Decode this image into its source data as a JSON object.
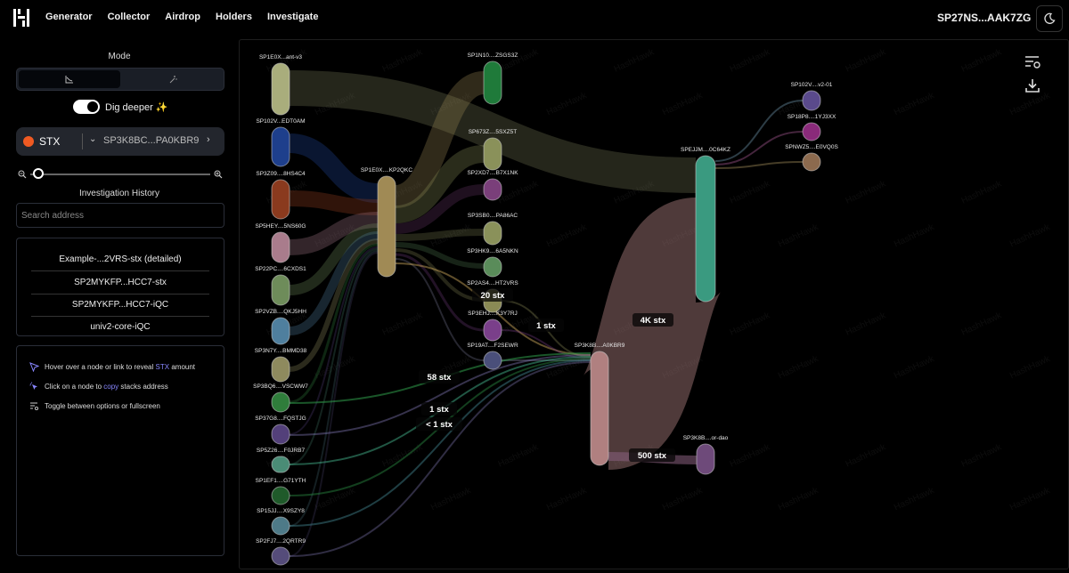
{
  "nav": {
    "items": [
      "Generator",
      "Collector",
      "Airdrop",
      "Holders",
      "Investigate"
    ]
  },
  "account": {
    "address": "SP27NS...AAK7ZG"
  },
  "sidebar": {
    "mode_label": "Mode",
    "dig_deeper_label": "Dig deeper ✨",
    "asset": {
      "symbol": "STX",
      "address": "SP3K8BC...PA0KBR9"
    },
    "history_title": "Investigation History",
    "search_placeholder": "Search address",
    "history": [
      "Example-...2VRS-stx (detailed)",
      "SP2MYKFP...HCC7-stx",
      "SP2MYKFP...HCC7-iQC",
      "univ2-core-iQC"
    ],
    "help": {
      "hover": {
        "before": "Hover over a node or link to reveal ",
        "highlight": "STX",
        "after": " amount"
      },
      "click": {
        "before": "Click on a node to ",
        "highlight": "copy",
        "after": " stacks address"
      },
      "toggle": "Toggle between options or fullscreen"
    }
  },
  "graph": {
    "nodes": [
      {
        "id": "n1",
        "label": "SP1E0X...ant-v3",
        "color": "#a9ad7c"
      },
      {
        "id": "n2",
        "label": "SP102V...EDT0AM",
        "color": "#1e3f8c"
      },
      {
        "id": "n3",
        "label": "SP3Z09....8HS4C4",
        "color": "#8a3a1e"
      },
      {
        "id": "n4",
        "label": "SP5HEY....5NS60G",
        "color": "#a97c8c"
      },
      {
        "id": "n5",
        "label": "SP22PC....6CXDS1",
        "color": "#6e8c5a"
      },
      {
        "id": "n6",
        "label": "SP2VZB....QKJ5HH",
        "color": "#4f7f9e"
      },
      {
        "id": "n7",
        "label": "SP3N7Y....BMMD38",
        "color": "#8e8a5e"
      },
      {
        "id": "n8",
        "label": "SP3BQ6....VSCWW7",
        "color": "#2f7d3b"
      },
      {
        "id": "n9",
        "label": "SP37G8....FQSTJG",
        "color": "#53407a"
      },
      {
        "id": "n10",
        "label": "SP5Z26....F0JRB7",
        "color": "#4a8c76"
      },
      {
        "id": "n11",
        "label": "SP1EF1....G71YTH",
        "color": "#1f5a2a"
      },
      {
        "id": "n12",
        "label": "SP15JJ....X9SZY8",
        "color": "#4e7a88"
      },
      {
        "id": "n13",
        "label": "SP2FJ7....2QRTR9",
        "color": "#554c7a"
      },
      {
        "id": "h",
        "label": "SP1E0X....KP2QKC",
        "color": "#a08a55"
      },
      {
        "id": "m1",
        "label": "SP1N10....ZSGS3Z",
        "color": "#1f7a3a"
      },
      {
        "id": "m2",
        "label": "SP673Z....5SXZ5T",
        "color": "#8a915a"
      },
      {
        "id": "m3",
        "label": "SP2XD7....B7X1NK",
        "color": "#7a3f7a"
      },
      {
        "id": "m4",
        "label": "SP3SB0....PA86AC",
        "color": "#8a915a"
      },
      {
        "id": "m5",
        "label": "SP3HK9....6A5NKN",
        "color": "#5a8c5a"
      },
      {
        "id": "m6",
        "label": "SP2AS4....HT2VRS",
        "color": "#8a8a55"
      },
      {
        "id": "m7",
        "label": "SP3EHJ....K3Y7RJ",
        "color": "#7a3f8a"
      },
      {
        "id": "m8",
        "label": "SP19AT....F2SEWR",
        "color": "#4a4f7a"
      },
      {
        "id": "t",
        "label": "SP3K8B....A0KBR9",
        "color": "#b08080"
      },
      {
        "id": "e",
        "label": "SPEJJM....0C64KZ",
        "color": "#3a9a80"
      },
      {
        "id": "d",
        "label": "SP3K8B....or-dao",
        "color": "#6e4a7a"
      },
      {
        "id": "r1",
        "label": "SP102V....v2-01",
        "color": "#5a4a8c"
      },
      {
        "id": "r2",
        "label": "SP18P8....1YJ3XX",
        "color": "#8a2a7a"
      },
      {
        "id": "r3",
        "label": "SPNWZ5....E0VQ0S",
        "color": "#8c6a4e"
      }
    ],
    "flow_labels": [
      "20 stx",
      "1 stx",
      "4K stx",
      "58 stx",
      "1 stx",
      "< 1 stx",
      "500 stx"
    ],
    "watermark": "HashHawk"
  },
  "icons": [
    "logo-icon",
    "moon-icon",
    "chart-icon",
    "wand-icon",
    "zoom-out-icon",
    "zoom-in-icon",
    "cursor-icon",
    "click-icon",
    "filter-settings-icon",
    "download-icon"
  ]
}
